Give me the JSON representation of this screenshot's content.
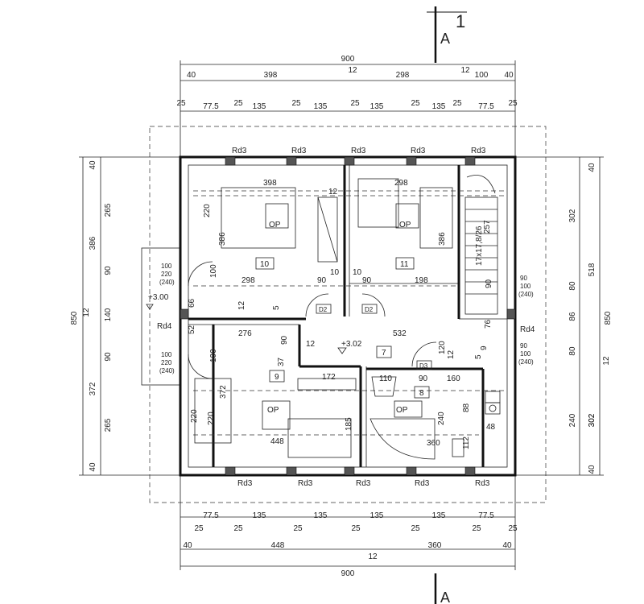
{
  "section_marker": {
    "number": "1",
    "letter": "A"
  },
  "top_dims": {
    "total": "900",
    "row1": [
      "40",
      "398",
      "12",
      "298",
      "12",
      "100",
      "40"
    ],
    "row2": [
      "25",
      "77.5",
      "25",
      "135",
      "25",
      "135",
      "25",
      "135",
      "25",
      "135",
      "25",
      "77.5",
      "25"
    ]
  },
  "bottom_dims": {
    "total": "900",
    "row1": [
      "77.5",
      "135",
      "135",
      "135",
      "135",
      "77.5"
    ],
    "row2": [
      "25",
      "25",
      "25",
      "25",
      "25",
      "25",
      "25"
    ],
    "row3": [
      "40",
      "448",
      "12",
      "360",
      "40"
    ]
  },
  "left_dims": {
    "total": "850",
    "row1": [
      "40",
      "386",
      "12",
      "372",
      "40"
    ],
    "row2": [
      "265",
      "90",
      "140",
      "90",
      "265"
    ]
  },
  "right_dims": {
    "total": "850",
    "row1": [
      "40",
      "518",
      "12",
      "302"
    ],
    "row1b": "302",
    "row2": [
      "302",
      "80",
      "86",
      "80",
      "240",
      "40"
    ]
  },
  "chimney_labels": [
    "Rd3",
    "Rd3",
    "Rd3",
    "Rd3",
    "Rd3",
    "Rd4",
    "Rd4",
    "Rd3",
    "Rd3",
    "Rd3",
    "Rd3",
    "Rd3"
  ],
  "rooms": [
    {
      "number": "10",
      "width": "398",
      "depth": "386",
      "side": "220"
    },
    {
      "number": "11",
      "width": "298",
      "depth": "386"
    },
    {
      "number": "9",
      "width": "448",
      "depth": "372",
      "side": "220"
    },
    {
      "number": "8",
      "width": "360",
      "depth": "240"
    },
    {
      "number": "7",
      "level": "+3.02"
    }
  ],
  "levels": {
    "balcony": "+3.00",
    "hall": "+3.02"
  },
  "doors": [
    "D2",
    "D2",
    "D3"
  ],
  "op_marks": [
    "OP",
    "OP",
    "OP",
    "OP"
  ],
  "interior_dims": {
    "d298a": "298",
    "d10a": "10",
    "d10b": "10",
    "d90a": "90",
    "d90b": "90",
    "d198": "198",
    "d12a": "12",
    "d12b": "12",
    "d12c": "12",
    "d12d": "12",
    "d66": "66",
    "d5a": "5",
    "d52": "52",
    "d276": "276",
    "d532": "532",
    "d90c": "90",
    "d37": "37",
    "d172": "172",
    "d110": "110",
    "d90d": "90",
    "d160": "160",
    "d120": "120",
    "d5b": "5",
    "d9": "9",
    "d76": "76",
    "d88": "88",
    "d48": "48",
    "d112": "112",
    "d185": "185",
    "d100a": "100",
    "d100b": "100",
    "d372": "372",
    "d220": "220",
    "d220b": "220",
    "stairs": "17x17,8/26",
    "d257": "257",
    "d90s": "90"
  },
  "window_left_top": {
    "a": "100",
    "b": "220",
    "c": "(240)"
  },
  "window_left_bot": {
    "a": "100",
    "b": "220",
    "c": "(240)"
  },
  "window_right_top": {
    "a": "90",
    "b": "100",
    "c": "(240)"
  },
  "window_right_bot": {
    "a": "90",
    "b": "100",
    "c": "(240)"
  }
}
